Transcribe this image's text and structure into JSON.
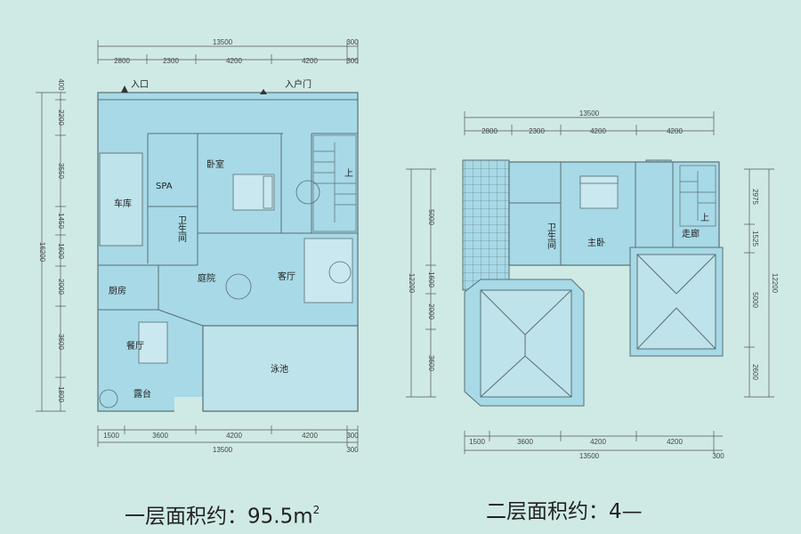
{
  "floor1": {
    "dims_top_total": "13500",
    "dims_top_side": "300",
    "dims_top_segments": [
      "2800",
      "2300",
      "4200",
      "4200"
    ],
    "dims_bottom_segments": [
      "1500",
      "3600",
      "4200",
      "4200"
    ],
    "dims_bottom_total": "13500",
    "dims_bottom_side": "300",
    "dims_left": [
      "400",
      "2200",
      "3550",
      "1450",
      "1600",
      "2000",
      "3600",
      "1800"
    ],
    "dims_left_total": "16200",
    "entrance_label": "入口",
    "door_label": "入户门",
    "rooms": {
      "garage": "车库",
      "spa": "SPA",
      "bathroom": "卫生间",
      "bedroom": "卧室",
      "kitchen": "厨房",
      "courtyard": "庭院",
      "living": "客厅",
      "dining": "餐厅",
      "terrace": "露台",
      "pool": "泳池",
      "stair_up": "上"
    },
    "caption": "一层面积约：95.5m",
    "caption_sup": "2"
  },
  "floor2": {
    "dims_top_total": "13500",
    "dims_top_segments": [
      "2800",
      "2300",
      "4200",
      "4200"
    ],
    "dims_bottom_segments": [
      "1500",
      "3600",
      "4200",
      "4200"
    ],
    "dims_bottom_total": "13500",
    "dims_bottom_side": "300",
    "dims_left": [
      "5000",
      "1600",
      "2000",
      "3600"
    ],
    "dims_left_total": "12200",
    "dims_right": [
      "2975",
      "1525",
      "5000",
      "2600"
    ],
    "dims_right_total": "12200",
    "rooms": {
      "bathroom": "卫生间",
      "master": "主卧",
      "corridor": "走廊",
      "stair_up": "上"
    },
    "caption": "二层面积约：4—"
  },
  "colors": {
    "background": "#cfeae5",
    "room_fill": "#a7d9e6",
    "wall": "#5a6f74",
    "dim_line": "#555555"
  }
}
